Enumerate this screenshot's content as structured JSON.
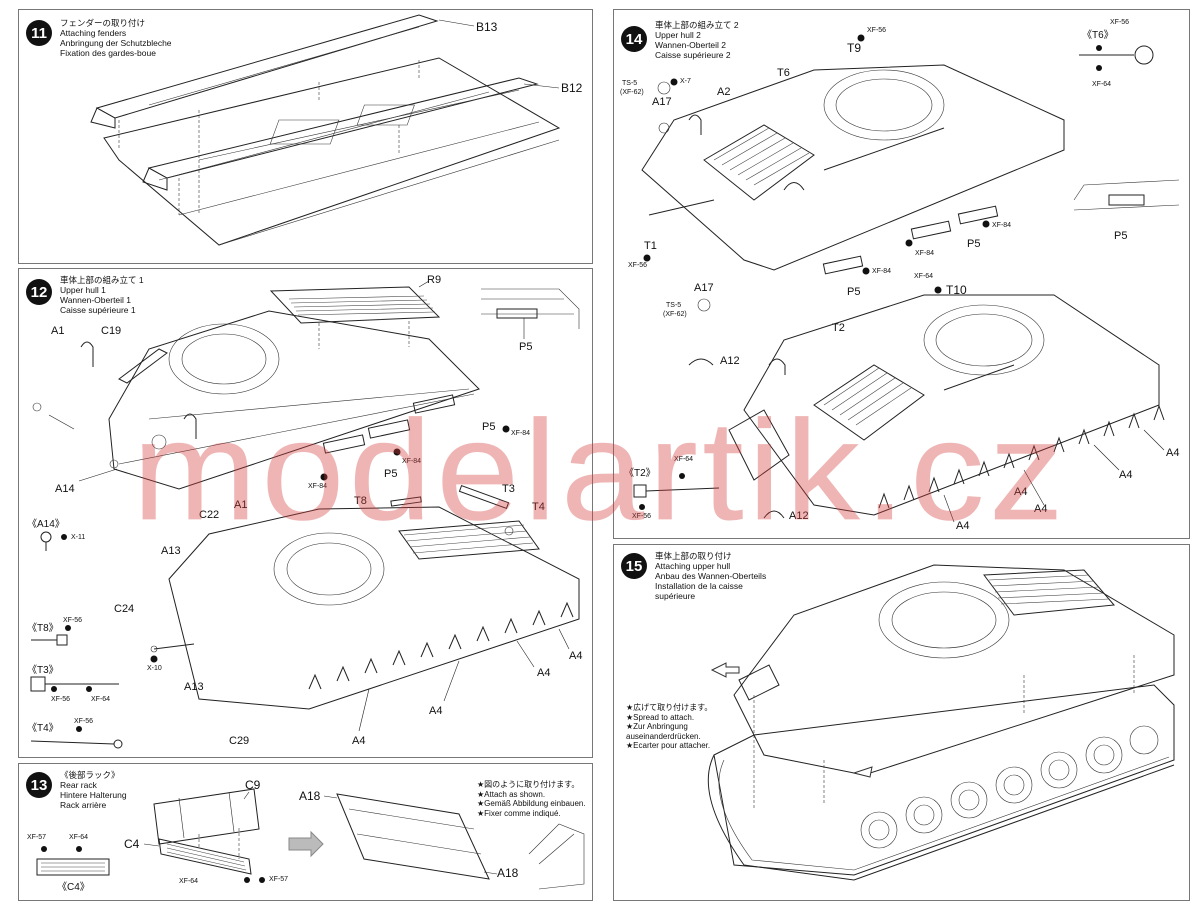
{
  "watermark": "modelartik.cz",
  "step11": {
    "num": "11",
    "titles": [
      "フェンダーの取り付け",
      "Attaching fenders",
      "Anbringung der Schutzbleche",
      "Fixation des gardes-boue"
    ],
    "labels": {
      "b13": "B13",
      "b12": "B12"
    }
  },
  "step12": {
    "num": "12",
    "titles": [
      "車体上部の組み立て 1",
      "Upper hull 1",
      "Wannen-Oberteil 1",
      "Caisse supérieure 1"
    ],
    "labels": {
      "r9": "R9",
      "p5_inset": "P5",
      "a1_left": "A1",
      "c19": "C19",
      "p5_a": "P5",
      "p5_b": "P5",
      "a14": "A14",
      "c22": "C22",
      "a1_mid": "A1",
      "t8": "T8",
      "t3": "T3",
      "t4": "T4",
      "a13_top": "A13",
      "c24": "C24",
      "a13_bottom": "A13",
      "c29": "C29",
      "a4_1": "A4",
      "a4_2": "A4",
      "a4_3": "A4",
      "a4_4": "A4"
    },
    "colors": {
      "xf84_a": "XF-84",
      "xf84_b": "XF-84",
      "xf84_c": "XF-84",
      "x10": "X-10"
    },
    "subparts": {
      "a14": {
        "title": "《A14》",
        "color": "X-11"
      },
      "t8": {
        "title": "《T8》",
        "color": "XF-56"
      },
      "t3": {
        "title": "《T3》",
        "color_a": "XF-56",
        "color_b": "XF-64"
      },
      "t4": {
        "title": "《T4》",
        "color": "XF-56"
      }
    }
  },
  "step13": {
    "num": "13",
    "titles": [
      "《後部ラック》",
      "Rear rack",
      "Hintere Halterung",
      "Rack arrière"
    ],
    "labels": {
      "c9": "C9",
      "c4": "C4",
      "a18_top": "A18",
      "a18_bottom": "A18",
      "c4_sub": "《C4》"
    },
    "colors": {
      "xf57_left": "XF-57",
      "xf64_left": "XF-64",
      "xf64_bottom": "XF-64",
      "xf57_right": "XF-57"
    },
    "notes": [
      "★図のように取り付けます。",
      "★Attach as shown.",
      "★Gemäß Abbildung einbauen.",
      "★Fixer comme indiqué."
    ]
  },
  "step14": {
    "num": "14",
    "titles": [
      "車体上部の組み立て 2",
      "Upper hull 2",
      "Wannen-Oberteil 2",
      "Caisse supérieure 2"
    ],
    "labels": {
      "t9": "T9",
      "t6": "T6",
      "a2": "A2",
      "a17_top": "A17",
      "t1": "T1",
      "a17_bottom": "A17",
      "p5_a": "P5",
      "p5_b": "P5",
      "p5_inset": "P5",
      "t10": "T10",
      "t2": "T2",
      "a12_top": "A12",
      "a12_bottom": "A12",
      "a4_1": "A4",
      "a4_2": "A4",
      "a4_3": "A4",
      "a4_4": "A4",
      "a4_5": "A4"
    },
    "colors": {
      "xf56_t9": "XF-56",
      "ts5_top": "TS-5",
      "xf62_top": "(XF-62)",
      "x7": "X-7",
      "xf56_t1": "XF-56",
      "ts5_bottom": "TS-5",
      "xf62_bottom": "(XF-62)",
      "xf84_a": "XF-84",
      "xf84_b": "XF-84",
      "xf84_c": "XF-84",
      "xf64_t10": "XF-64"
    },
    "subparts": {
      "t6": {
        "title": "《T6》",
        "color_a": "XF-56",
        "color_b": "XF-64"
      },
      "t2": {
        "title": "《T2》",
        "color_a": "XF-64",
        "color_b": "XF-56"
      }
    }
  },
  "step15": {
    "num": "15",
    "titles": [
      "車体上部の取り付け",
      "Attaching upper hull",
      "Anbau des Wannen-Oberteils",
      "Installation de la caisse",
      "supérieure"
    ],
    "notes": [
      "★広げて取り付けます。",
      "★Spread to attach.",
      "★Zur Anbringung",
      "auseinanderdrücken.",
      "★Ecarter pour attacher."
    ]
  }
}
